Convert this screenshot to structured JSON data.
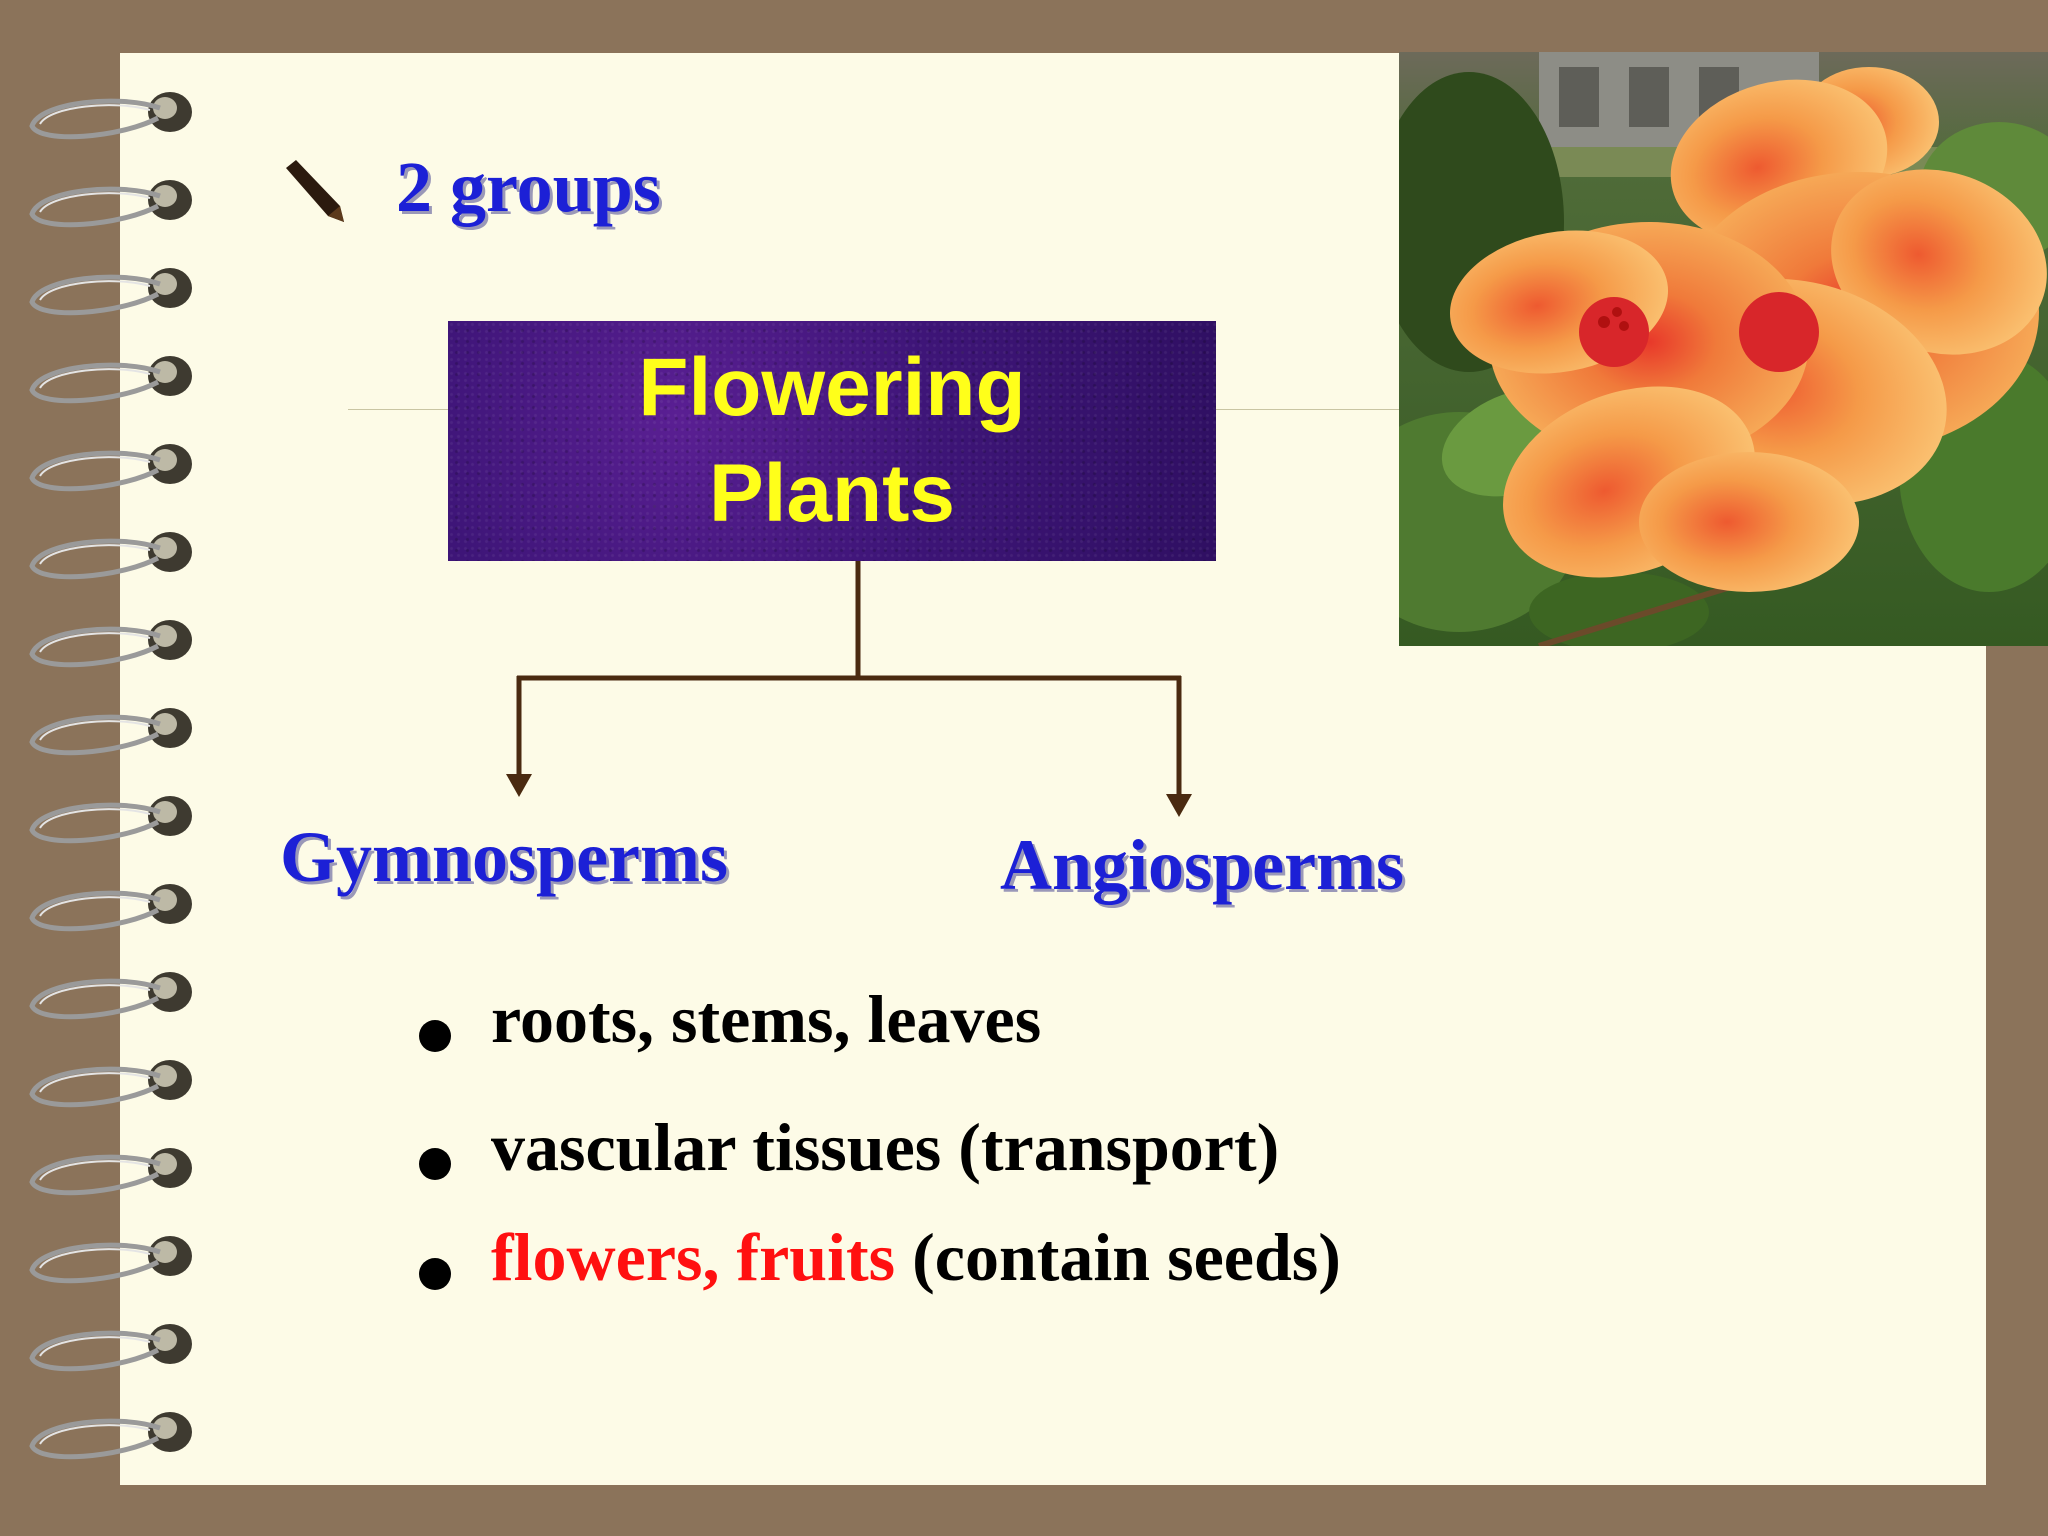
{
  "slide": {
    "title": "2 groups",
    "root": {
      "line1": "Flowering",
      "line2": "Plants"
    },
    "branches": {
      "left": "Gymnosperms",
      "right": "Angiosperms"
    },
    "bullets": [
      {
        "text": "roots, stems, leaves"
      },
      {
        "text": "vascular tissues (transport)"
      },
      {
        "highlight": "flowers, fruits",
        "rest": " (contain seeds)"
      }
    ]
  },
  "colors": {
    "background": "#8b735a",
    "page": "#fdfbe7",
    "heading_blue": "#1c20d6",
    "box_purple": "#3e1578",
    "box_text_yellow": "#ffff1a",
    "highlight_red": "#ff1010",
    "connector_brown": "#4a2a10"
  },
  "icons": {
    "bullet_marker": "pencil-icon",
    "binding": "spiral-binding"
  }
}
